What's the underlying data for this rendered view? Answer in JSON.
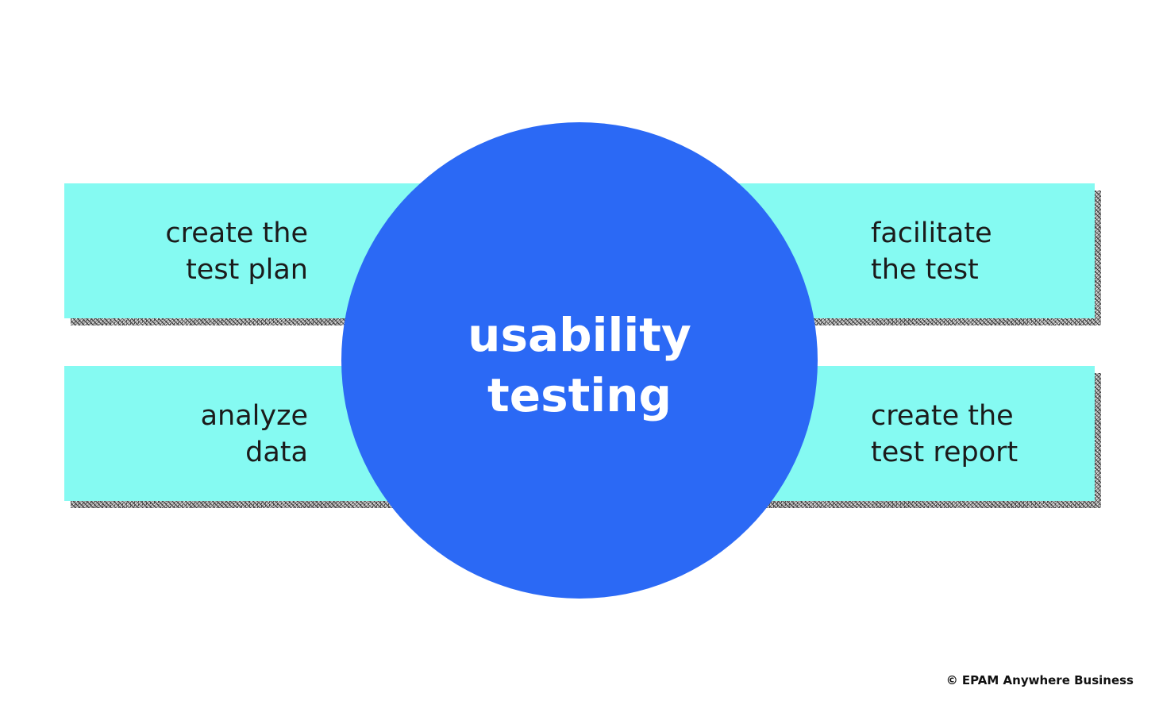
{
  "diagram": {
    "center": {
      "lines": [
        "usability",
        "testing"
      ]
    },
    "steps": [
      {
        "position": "top-left",
        "lines": [
          "create the",
          "test plan"
        ]
      },
      {
        "position": "top-right",
        "lines": [
          "facilitate",
          "the test"
        ]
      },
      {
        "position": "bottom-left",
        "lines": [
          "analyze",
          "data"
        ]
      },
      {
        "position": "bottom-right",
        "lines": [
          "create the",
          "test report"
        ]
      }
    ]
  },
  "footer": {
    "copyright": "© EPAM Anywhere Business"
  },
  "colors": {
    "bar": "#85faf2",
    "circle": "#2b69f5",
    "circle_text": "#ffffff",
    "label_text": "#1b1b1b",
    "background": "#ffffff"
  }
}
